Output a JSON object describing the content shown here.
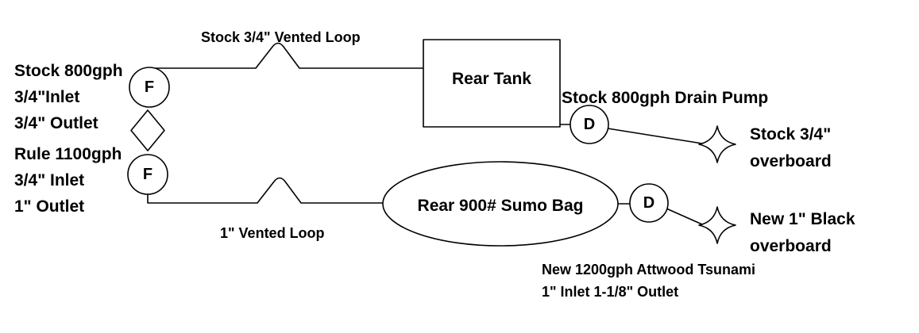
{
  "diagram": {
    "fill_symbol": "F",
    "drain_symbol": "D",
    "fill_pump_top": {
      "l1": "Stock 800gph",
      "l2": "3/4\"Inlet",
      "l3": "3/4\" Outlet"
    },
    "fill_pump_bottom": {
      "l1": "Rule 1100gph",
      "l2": "3/4\" Inlet",
      "l3": "1\" Outlet"
    },
    "vented_loop_top": "Stock 3/4\" Vented Loop",
    "vented_loop_bottom": "1\" Vented Loop",
    "rear_tank": "Rear Tank",
    "sumo_bag": "Rear 900# Sumo Bag",
    "drain_pump_top": "Stock 800gph Drain Pump",
    "overboard_top": {
      "l1": "Stock 3/4\"",
      "l2": "overboard"
    },
    "overboard_bottom": {
      "l1": "New 1\" Black",
      "l2": "overboard"
    },
    "drain_pump_bottom": {
      "l1": "New 1200gph Attwood Tsunami",
      "l2": "1\" Inlet 1-1/8\" Outlet"
    },
    "colors": {
      "line": "#000000",
      "background": "#ffffff"
    }
  }
}
